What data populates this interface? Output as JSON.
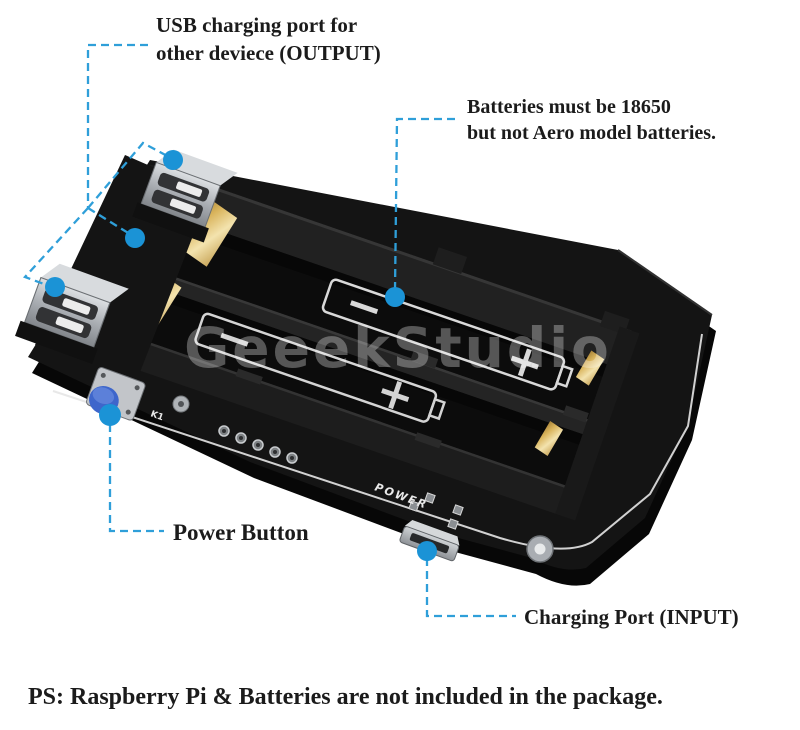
{
  "figure": {
    "kind": "annotated-product-photo",
    "subject": "18650 battery shield expansion board"
  },
  "annotations": {
    "usb_output": {
      "line1": "USB charging port for",
      "line2": "other deviece (OUTPUT)"
    },
    "batteries": {
      "line1": "Batteries must be 18650",
      "line2": "but not Aero model batteries."
    },
    "power_button": {
      "label": "Power Button"
    },
    "charging_input": {
      "label": "Charging Port (INPUT)"
    }
  },
  "board": {
    "watermark": "GeeekStudio",
    "silkscreen": {
      "power": "POWER",
      "k1": "K1",
      "minus": "−",
      "plus": "+"
    }
  },
  "footer": {
    "ps_note": "PS: Raspberry Pi & Batteries are not included in the package."
  },
  "colors": {
    "callout_line": "#2f9fd9",
    "callout_dot": "#1b93d6",
    "label_text": "#1b1b1b",
    "pcb_black": "#131313",
    "holder_black": "#1d1d1d",
    "gold_contact": "#cda54d",
    "button_blue": "#3e66cb",
    "silkscreen_white": "#e9e9e9"
  }
}
